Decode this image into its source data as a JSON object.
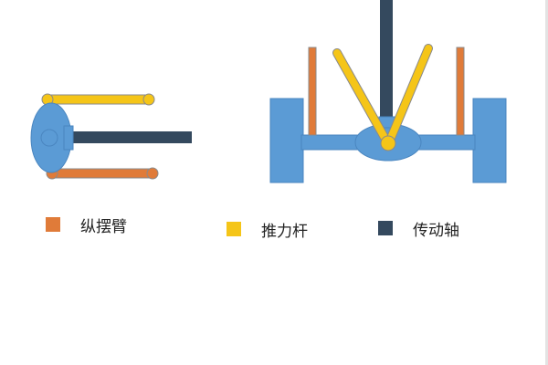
{
  "legend": [
    {
      "label": "纵摆臂",
      "color": "#e07b39"
    },
    {
      "label": "推力杆",
      "color": "#f5c518"
    },
    {
      "label": "传动轴",
      "color": "#34495e"
    }
  ],
  "colors": {
    "axle_blue": "#5b9bd5",
    "axle_outline": "#4a86c0",
    "trailing_arm": "#e07b39",
    "thrust_rod": "#f5c518",
    "rod_outline": "#8a8a8a",
    "driveshaft": "#34495e"
  }
}
